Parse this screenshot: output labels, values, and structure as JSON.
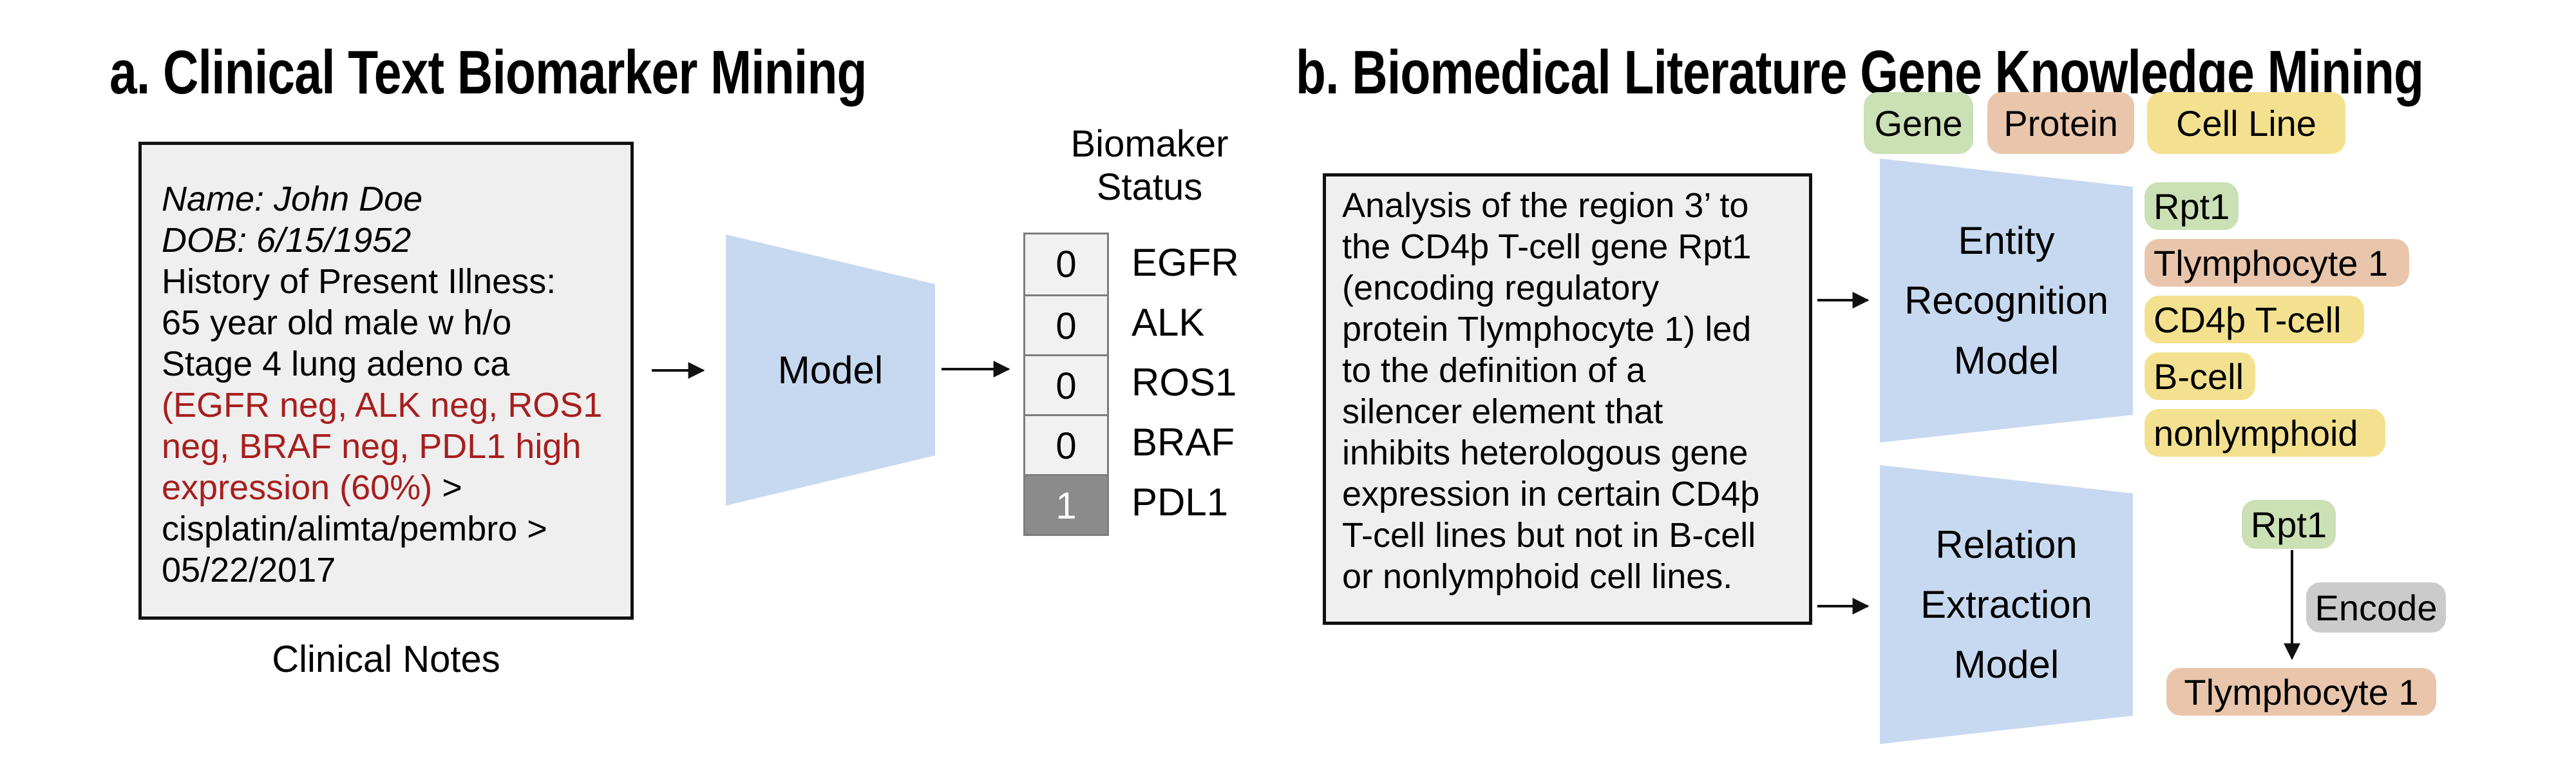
{
  "panel_a": {
    "title": "a. Clinical Text Biomarker Mining",
    "clinical_note": {
      "lines": [
        {
          "text": "Name: John Doe"
        },
        {
          "text": "DOB: 6/15/1952"
        },
        {
          "text": "History of Present Illness:"
        },
        {
          "text": "65 year old male w h/o"
        },
        {
          "text": "Stage 4 lung adeno ca"
        },
        {
          "text": "(EGFR neg, ALK neg, ROS1"
        },
        {
          "text": "neg, BRAF neg, PDL1 high"
        },
        {
          "text": "expression (60%)",
          "suffix": " >"
        },
        {
          "text": "cisplatin/alimta/pembro >"
        },
        {
          "text": "05/22/2017"
        }
      ],
      "caption": "Clinical Notes"
    },
    "model_label": "Model",
    "output": {
      "heading_line1": "Biomaker",
      "heading_line2": "Status",
      "rows": [
        {
          "value": "0",
          "label": "EGFR"
        },
        {
          "value": "0",
          "label": "ALK"
        },
        {
          "value": "0",
          "label": "ROS1"
        },
        {
          "value": "0",
          "label": "BRAF"
        },
        {
          "value": "1",
          "label": "PDL1"
        }
      ]
    }
  },
  "panel_b": {
    "title": "b. Biomedical Literature Gene Knowledge Mining",
    "legend": [
      {
        "label": "Gene",
        "color": "#cbe0b4"
      },
      {
        "label": "Protein",
        "color": "#e9c6ab"
      },
      {
        "label": "Cell Line",
        "color": "#f4e18f"
      }
    ],
    "abstract": {
      "lines": [
        {
          "text": "Analysis of the region 3’ to"
        },
        {
          "text": "the CD4þ T-cell gene Rpt1"
        },
        {
          "text": "(encoding regulatory"
        },
        {
          "text": "protein Tlymphocyte 1) led"
        },
        {
          "text": "to the definition of a"
        },
        {
          "text": "silencer element that"
        },
        {
          "text": "inhibits heterologous gene"
        },
        {
          "text": "expression in certain CD4þ"
        },
        {
          "text": "T-cell lines but not in B-cell"
        },
        {
          "text": "or nonlymphoid cell lines."
        }
      ]
    },
    "ner_model_label": "Entity Recognition Model",
    "re_model_label": "Relation Extraction Model",
    "entities": [
      {
        "text": "Rpt1",
        "type": "Gene"
      },
      {
        "text": "Tlymphocyte 1",
        "type": "Protein"
      },
      {
        "text": "CD4þ T-cell",
        "type": "Cell Line"
      },
      {
        "text": "B-cell",
        "type": "Cell Line"
      },
      {
        "text": "nonlymphoid",
        "type": "Cell Line"
      }
    ],
    "relation": {
      "head": "Rpt1",
      "label": "Encode",
      "tail": "Tlymphocyte 1"
    }
  },
  "colors": {
    "model_trapezoid_blue": "#c7d9f0",
    "gene_green": "#cbe0b4",
    "protein_peach": "#e9c6ab",
    "cell_line_yellow": "#f4e18f",
    "relation_gray": "#cbcbcb",
    "highlight_red": "#a81e1e",
    "note_background": "#efefef",
    "table_cell_background": "#f1f1f1",
    "table_dark_cell": "#8b8b8b",
    "table_border_gray": "#7d7d7d"
  }
}
